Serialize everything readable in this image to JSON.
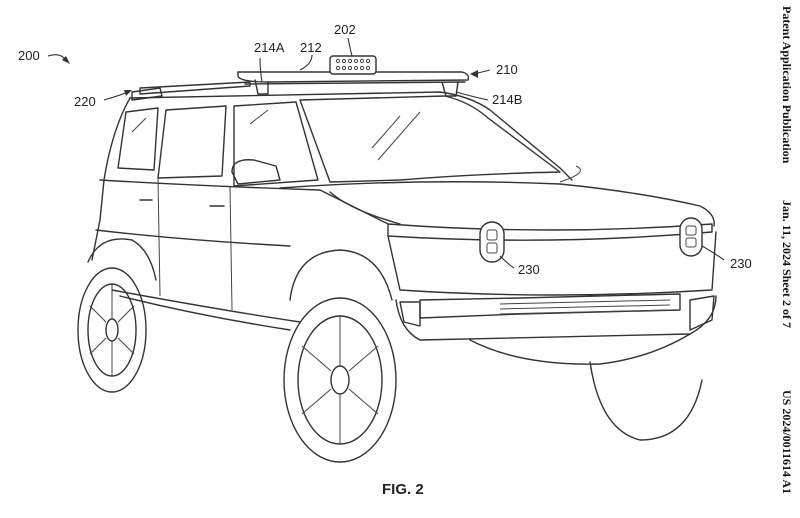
{
  "figure_caption": "FIG. 2",
  "side_header": {
    "publication": "Patent Application Publication",
    "date_sheet": "Jan. 11, 2024  Sheet 2 of 7",
    "number": "US 2024/0011614 A1"
  },
  "reference_labels": {
    "vehicle": "200",
    "light_bar": "202",
    "roof_rack": "210",
    "cross_bar": "212",
    "mount_a": "214A",
    "mount_b": "214B",
    "roof_rail": "220",
    "headlight_left": "230",
    "headlight_right": "230"
  },
  "colors": {
    "line": "#333333",
    "background": "#ffffff"
  }
}
